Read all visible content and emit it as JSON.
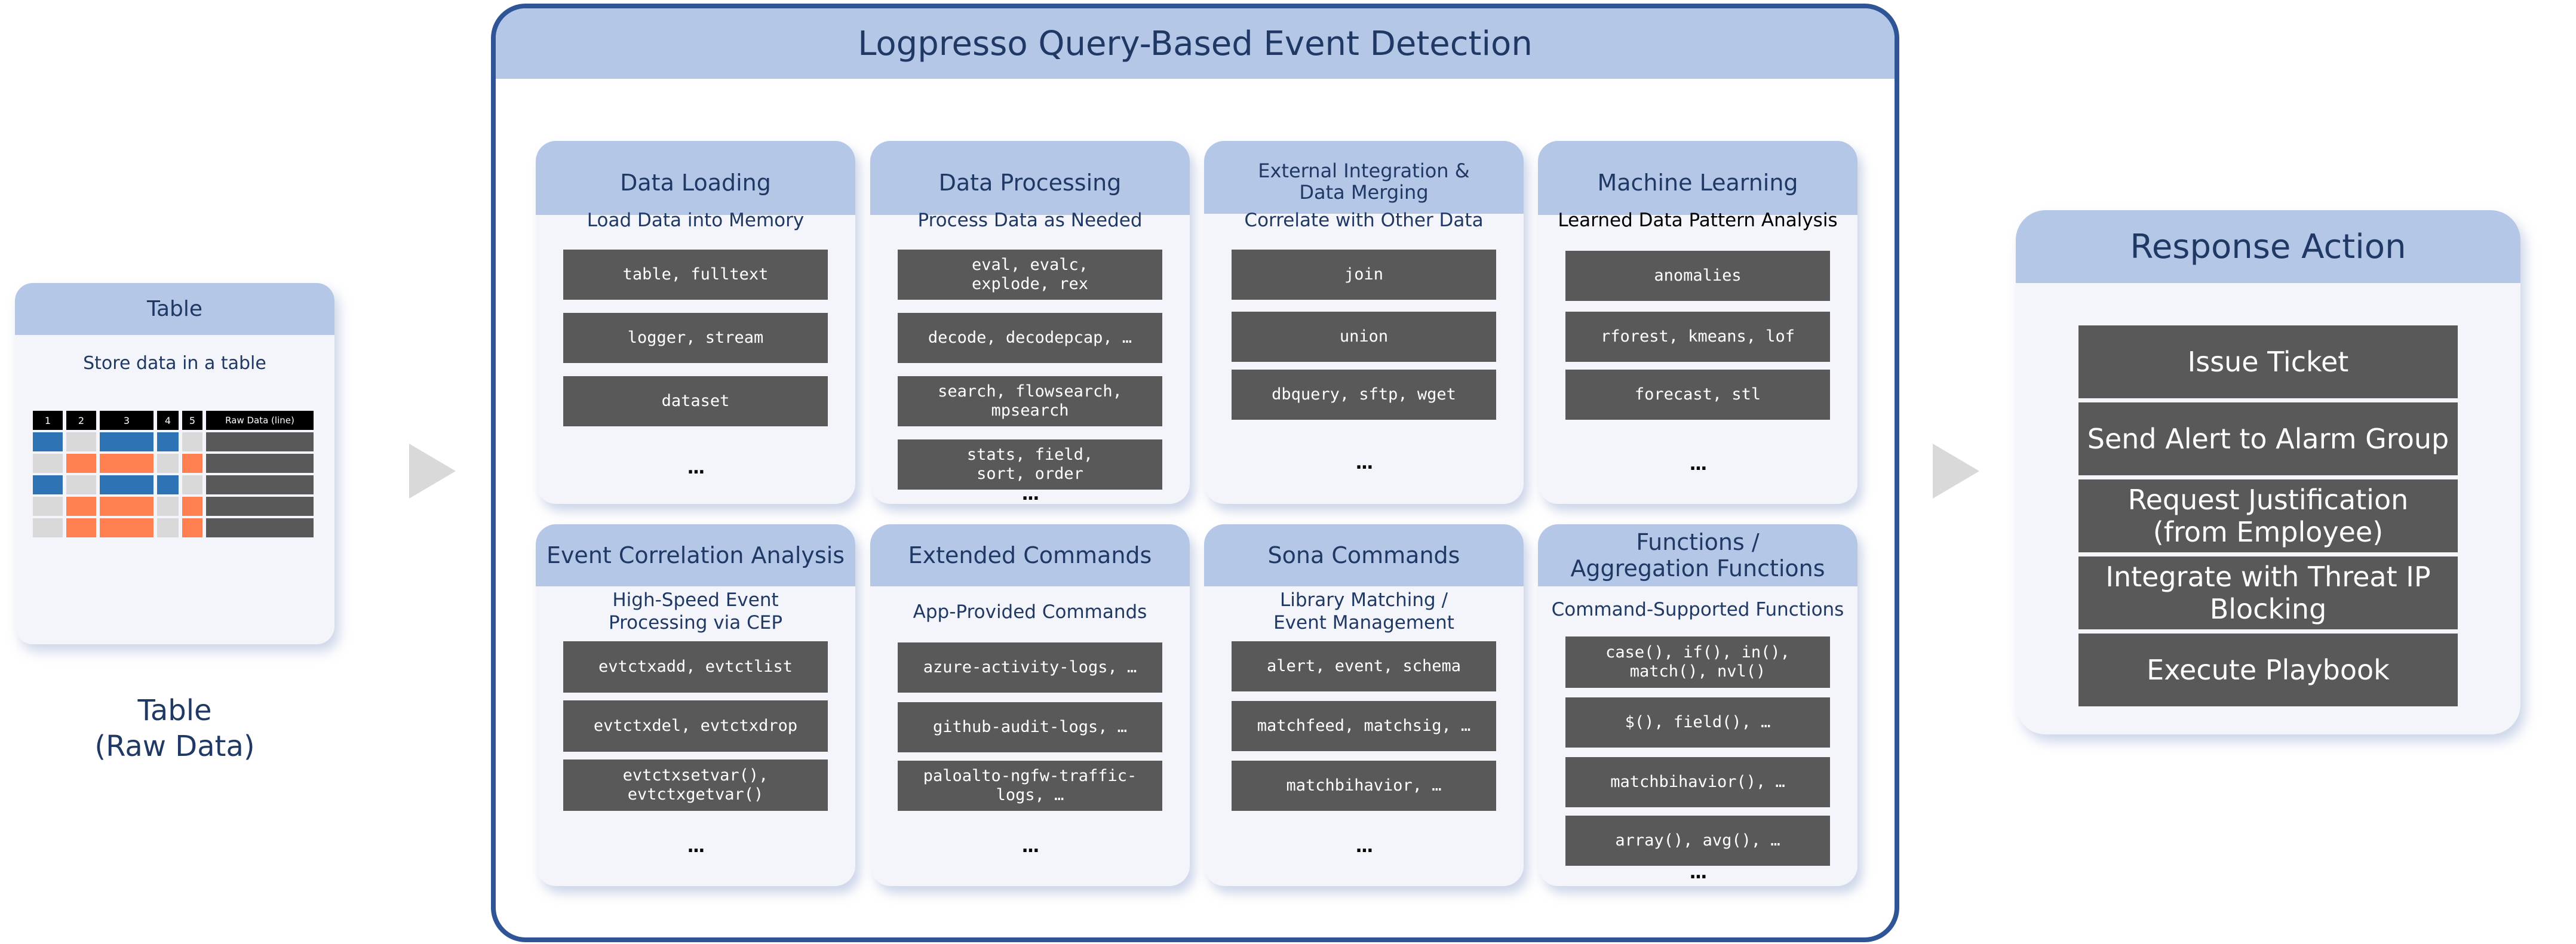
{
  "table_card": {
    "header": "Table",
    "subtitle": "Store data in a table",
    "grid_headers": [
      "1",
      "2",
      "3",
      "4",
      "5",
      "Raw Data (line)"
    ],
    "caption_line1": "Table",
    "caption_line2": "(Raw Data)"
  },
  "colors": {
    "header_fill": "#b4c7e7",
    "container_border": "#2f5597",
    "command_fill": "#595959",
    "title_text": "#1f3864",
    "grid_blue": "#2e74b5",
    "grid_orange": "#ff7f50",
    "grid_gray": "#d9d9d9",
    "arrow": "#d9d9d9"
  },
  "main": {
    "title": "Logpresso Query-Based Event Detection",
    "cards": [
      {
        "title": "Data Loading",
        "subtitle": "Load Data into Memory",
        "commands": [
          "table, fulltext",
          "logger, stream",
          "dataset"
        ],
        "more": "..."
      },
      {
        "title": "Data Processing",
        "subtitle": "Process Data as Needed",
        "commands": [
          "eval, evalc,\nexplode, rex",
          "decode, decodepcap, …",
          "search, flowsearch,\nmpsearch",
          "stats, field,\nsort, order"
        ],
        "more": "..."
      },
      {
        "title": "External Integration &\nData Merging",
        "subtitle": "Correlate with Other Data",
        "commands": [
          "join",
          "union",
          "dbquery, sftp, wget"
        ],
        "more": "..."
      },
      {
        "title": "Machine Learning",
        "subtitle": "Learned Data Pattern Analysis",
        "commands": [
          "anomalies",
          "rforest, kmeans, lof",
          "forecast, stl"
        ],
        "more": "..."
      },
      {
        "title": "Event Correlation Analysis",
        "subtitle": "High-Speed Event\nProcessing via CEP",
        "commands": [
          "evtctxadd, evtctlist",
          "evtctxdel, evtctxdrop",
          "evtctxsetvar(),\nevtctxgetvar()"
        ],
        "more": "..."
      },
      {
        "title": "Extended Commands",
        "subtitle": "App-Provided Commands",
        "commands": [
          "azure-activity-logs, …",
          "github-audit-logs, …",
          "paloalto-ngfw-traffic-\nlogs, …"
        ],
        "more": "..."
      },
      {
        "title": "Sona Commands",
        "subtitle": "Library Matching /\nEvent Management",
        "commands": [
          "alert, event, schema",
          "matchfeed, matchsig, …",
          "matchbihavior, …"
        ],
        "more": "..."
      },
      {
        "title": "Functions /\nAggregation Functions",
        "subtitle": "Command-Supported Functions",
        "commands": [
          "case(), if(), in(),\nmatch(), nvl()",
          "$(), field(), …",
          "matchbihavior(), …",
          "array(), avg(), …"
        ],
        "more": "..."
      }
    ]
  },
  "response": {
    "title": "Response Action",
    "actions": [
      "Issue Ticket",
      "Send Alert to Alarm Group",
      "Request Justification\n(from Employee)",
      "Integrate with Threat IP\nBlocking",
      "Execute Playbook"
    ]
  }
}
